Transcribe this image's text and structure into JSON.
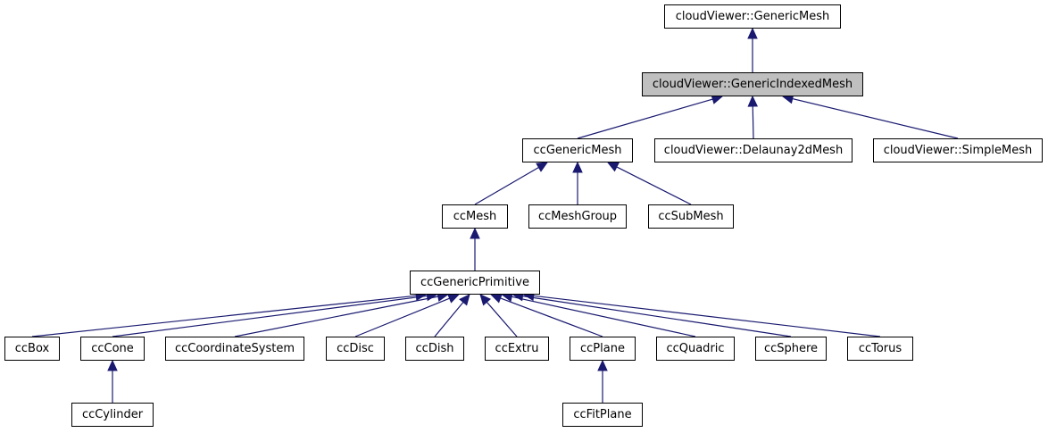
{
  "diagram": {
    "nodes": [
      {
        "id": "generic-mesh",
        "label": "cloudViewer::GenericMesh"
      },
      {
        "id": "generic-indexed-mesh",
        "label": "cloudViewer::GenericIndexedMesh",
        "current": true
      },
      {
        "id": "cc-generic-mesh",
        "label": "ccGenericMesh"
      },
      {
        "id": "delaunay2d-mesh",
        "label": "cloudViewer::Delaunay2dMesh"
      },
      {
        "id": "simple-mesh",
        "label": "cloudViewer::SimpleMesh"
      },
      {
        "id": "cc-mesh",
        "label": "ccMesh"
      },
      {
        "id": "cc-mesh-group",
        "label": "ccMeshGroup"
      },
      {
        "id": "cc-sub-mesh",
        "label": "ccSubMesh"
      },
      {
        "id": "cc-generic-primitive",
        "label": "ccGenericPrimitive"
      },
      {
        "id": "cc-box",
        "label": "ccBox"
      },
      {
        "id": "cc-cone",
        "label": "ccCone"
      },
      {
        "id": "cc-coordinate-system",
        "label": "ccCoordinateSystem"
      },
      {
        "id": "cc-disc",
        "label": "ccDisc"
      },
      {
        "id": "cc-dish",
        "label": "ccDish"
      },
      {
        "id": "cc-extru",
        "label": "ccExtru"
      },
      {
        "id": "cc-plane",
        "label": "ccPlane"
      },
      {
        "id": "cc-quadric",
        "label": "ccQuadric"
      },
      {
        "id": "cc-sphere",
        "label": "ccSphere"
      },
      {
        "id": "cc-torus",
        "label": "ccTorus"
      },
      {
        "id": "cc-cylinder",
        "label": "ccCylinder"
      },
      {
        "id": "cc-fit-plane",
        "label": "ccFitPlane"
      }
    ],
    "edges": [
      {
        "from": "generic-indexed-mesh",
        "to": "generic-mesh"
      },
      {
        "from": "cc-generic-mesh",
        "to": "generic-indexed-mesh"
      },
      {
        "from": "delaunay2d-mesh",
        "to": "generic-indexed-mesh"
      },
      {
        "from": "simple-mesh",
        "to": "generic-indexed-mesh"
      },
      {
        "from": "cc-mesh",
        "to": "cc-generic-mesh"
      },
      {
        "from": "cc-mesh-group",
        "to": "cc-generic-mesh"
      },
      {
        "from": "cc-sub-mesh",
        "to": "cc-generic-mesh"
      },
      {
        "from": "cc-generic-primitive",
        "to": "cc-mesh"
      },
      {
        "from": "cc-box",
        "to": "cc-generic-primitive"
      },
      {
        "from": "cc-cone",
        "to": "cc-generic-primitive"
      },
      {
        "from": "cc-coordinate-system",
        "to": "cc-generic-primitive"
      },
      {
        "from": "cc-disc",
        "to": "cc-generic-primitive"
      },
      {
        "from": "cc-dish",
        "to": "cc-generic-primitive"
      },
      {
        "from": "cc-extru",
        "to": "cc-generic-primitive"
      },
      {
        "from": "cc-plane",
        "to": "cc-generic-primitive"
      },
      {
        "from": "cc-quadric",
        "to": "cc-generic-primitive"
      },
      {
        "from": "cc-sphere",
        "to": "cc-generic-primitive"
      },
      {
        "from": "cc-torus",
        "to": "cc-generic-primitive"
      },
      {
        "from": "cc-cylinder",
        "to": "cc-cone"
      },
      {
        "from": "cc-fit-plane",
        "to": "cc-plane"
      }
    ],
    "colors": {
      "edge": "#191970",
      "current_node": "#bfbfbf",
      "node": "#ffffff",
      "border": "#000000"
    }
  }
}
